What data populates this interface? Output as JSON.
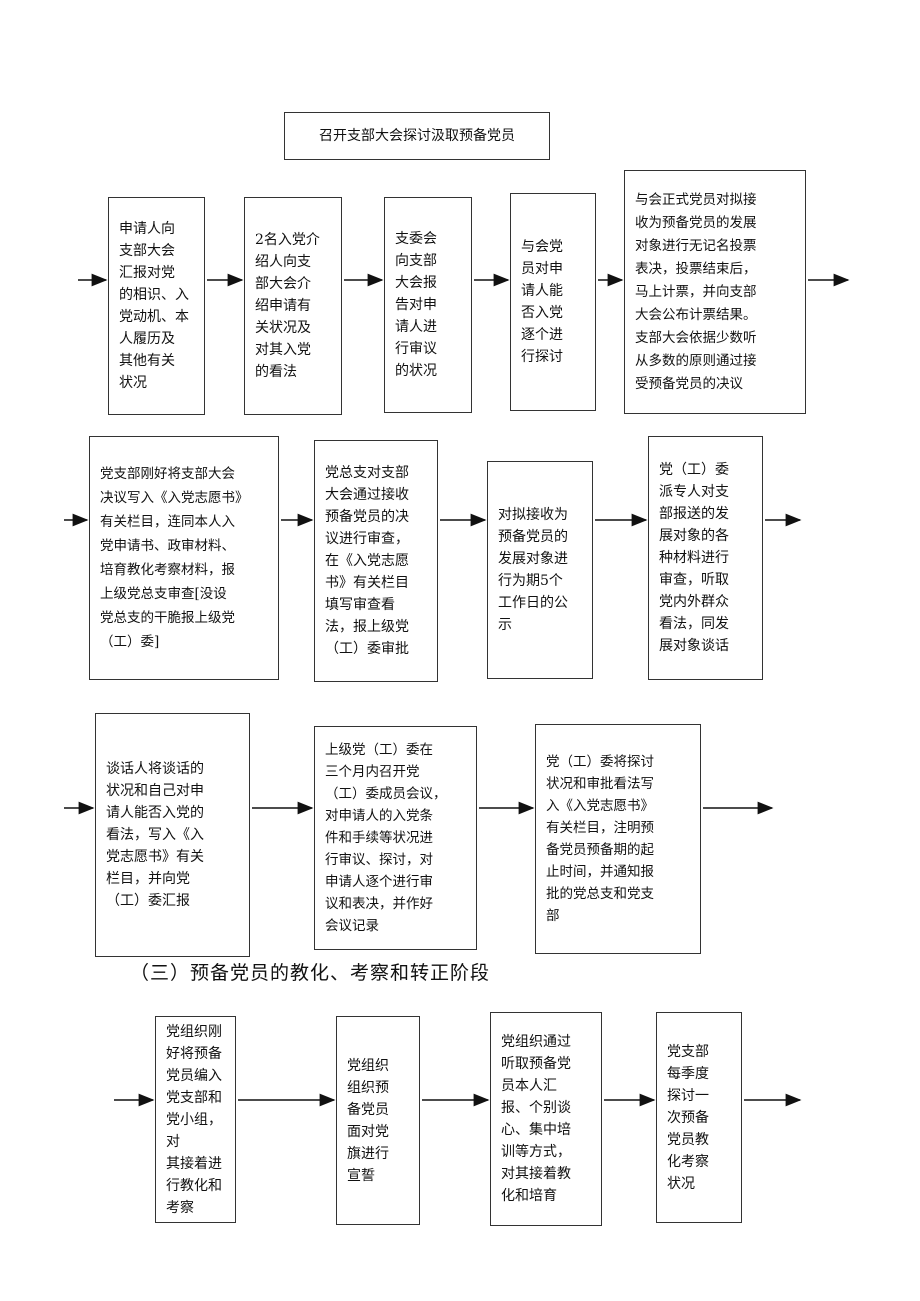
{
  "title_box": "召开支部大会探讨汲取预备党员",
  "row1": [
    "申请人向\n支部大会\n汇报对党\n的相识、入\n党动机、本\n人履历及\n其他有关\n状况",
    "2名入党介\n绍人向支\n部大会介\n绍申请有\n关状况及\n对其入党\n的看法",
    "支委会\n向支部\n大会报\n告对申\n请人进\n行审议\n的状况",
    "与会党\n员对申\n请人能\n否入党\n逐个进\n行探讨",
    "与会正式党员对拟接\n收为预备党员的发展\n对象进行无记名投票\n表决，投票结束后，\n马上计票，并向支部\n大会公布计票结果。\n支部大会依据少数听\n从多数的原则通过接\n受预备党员的决议"
  ],
  "row2": [
    "党支部刚好将支部大会\n决议写入《入党志愿书》\n有关栏目，连同本人入\n党申请书、政审材料、\n培育教化考察材料，报\n上级党总支审查[没设\n党总支的干脆报上级党\n（工）委]",
    "党总支对支部\n大会通过接收\n预备党员的决\n议进行审查，\n在《入党志愿\n书》有关栏目\n填写审查看\n法，报上级党\n（工）委审批",
    "对拟接收为\n预备党员的\n发展对象进\n行为期5个\n工作日的公\n示",
    "党（工）委\n派专人对支\n部报送的发\n展对象的各\n种材料进行\n审查，听取\n党内外群众\n看法，同发\n展对象谈话"
  ],
  "row3": [
    "谈话人将谈话的\n状况和自己对申\n请人能否入党的\n看法，写入《入\n党志愿书》有关\n栏目，并向党\n（工）委汇报",
    "上级党（工）委在\n三个月内召开党\n（工）委成员会议，\n对申请人的入党条\n件和手续等状况进\n行审议、探讨，对\n申请人逐个进行审\n议和表决，并作好\n会议记录",
    "党（工）委将探讨\n状况和审批看法写\n入《入党志愿书》\n有关栏目，注明预\n备党员预备期的起\n止时间，并通知报\n批的党总支和党支\n部"
  ],
  "section_heading": "（三）预备党员的教化、考察和转正阶段",
  "row4": [
    "党组织刚\n好将预备\n党员编入\n党支部和\n党小组，对\n其接着进\n行教化和\n考察",
    "党组织\n组织预\n备党员\n面对党\n旗进行\n宣誓",
    "党组织通过\n听取预备党\n员本人汇\n报、个别谈\n心、集中培\n训等方式，\n对其接着教\n化和培育",
    "党支部\n每季度\n探讨一\n次预备\n党员教\n化考察\n状况"
  ]
}
